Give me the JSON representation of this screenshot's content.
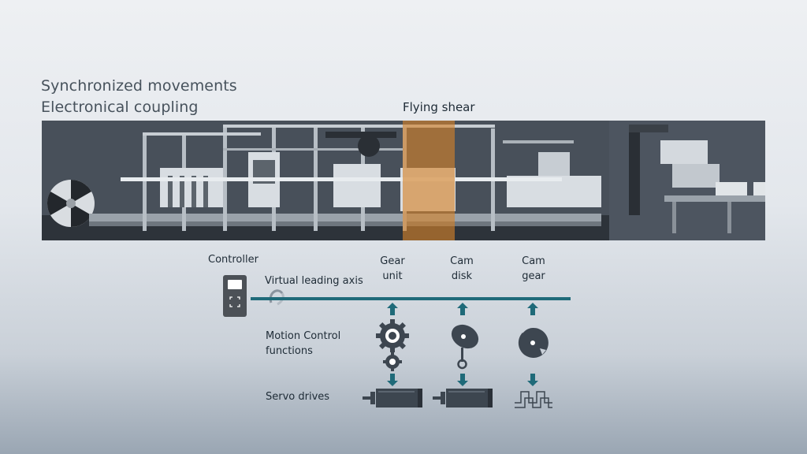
{
  "headings": {
    "line1": "Synchronized movements",
    "line2": "Electronical coupling"
  },
  "machine": {
    "highlight_label": "Flying shear",
    "highlight_color": "#d6822a"
  },
  "diagram": {
    "controller_label": "Controller",
    "axis_label": "Virtual leading axis",
    "functions_label_line1": "Motion Control",
    "functions_label_line2": "functions",
    "servo_label": "Servo drives",
    "columns": [
      {
        "line1": "Gear",
        "line2": "unit",
        "icon": "gear-wheels-icon",
        "drive": "servo-motor-icon"
      },
      {
        "line1": "Cam",
        "line2": "disk",
        "icon": "cam-disk-icon",
        "drive": "servo-motor-icon"
      },
      {
        "line1": "Cam",
        "line2": "gear",
        "icon": "cam-gear-icon",
        "drive": "pulse-signal-icon"
      }
    ],
    "colors": {
      "axis": "#1f6a79",
      "arrow": "#1f6a79",
      "icon": "#3d4650"
    }
  }
}
